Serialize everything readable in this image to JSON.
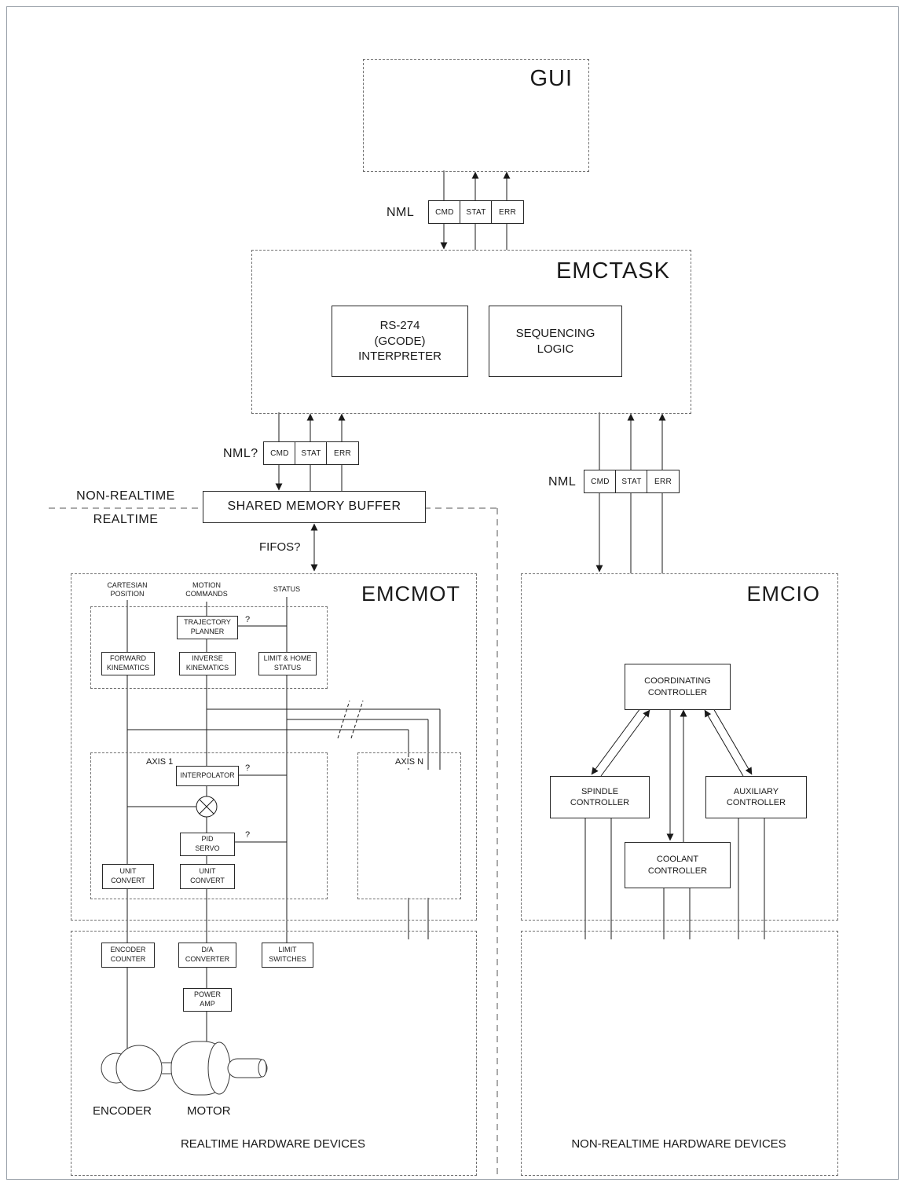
{
  "labels": {
    "gui": "GUI",
    "emctask": "EMCTASK",
    "emcmot": "EMCMOT",
    "emcio": "EMCIO",
    "nml_top": "NML",
    "nml_left": "NML?",
    "nml_right": "NML",
    "cmd": "CMD",
    "stat": "STAT",
    "err": "ERR",
    "non_realtime": "NON-REALTIME",
    "realtime": "REALTIME",
    "fifos": "FIFOS?",
    "shared_memory_buffer": "SHARED MEMORY BUFFER",
    "question_mark": "?"
  },
  "emctask": {
    "interpreter": "RS-274\n(GCODE)\nINTERPRETER",
    "sequencing_logic": "SEQUENCING\nLOGIC"
  },
  "emcmot": {
    "cartesian_position": "CARTESIAN\nPOSITION",
    "motion_commands": "MOTION\nCOMMANDS",
    "status": "STATUS",
    "trajectory_planner": "TRAJECTORY\nPLANNER",
    "forward_kinematics": "FORWARD\nKINEMATICS",
    "inverse_kinematics": "INVERSE\nKINEMATICS",
    "limit_home_status": "LIMIT & HOME\nSTATUS",
    "axis_1": "AXIS 1",
    "axis_n": "AXIS N",
    "interpolator": "INTERPOLATOR",
    "pid_servo": "PID\nSERVO",
    "unit_convert": "UNIT\nCONVERT"
  },
  "emcio": {
    "coordinating_controller": "COORDINATING\nCONTROLLER",
    "spindle_controller": "SPINDLE\nCONTROLLER",
    "auxiliary_controller": "AUXILIARY\nCONTROLLER",
    "coolant_controller": "COOLANT\nCONTROLLER"
  },
  "hardware": {
    "encoder_counter": "ENCODER\nCOUNTER",
    "da_converter": "D/A\nCONVERTER",
    "limit_switches": "LIMIT\nSWITCHES",
    "power_amp": "POWER\nAMP",
    "encoder": "ENCODER",
    "motor": "MOTOR",
    "realtime_devices": "REALTIME HARDWARE DEVICES",
    "non_realtime_devices": "NON-REALTIME HARDWARE DEVICES"
  }
}
